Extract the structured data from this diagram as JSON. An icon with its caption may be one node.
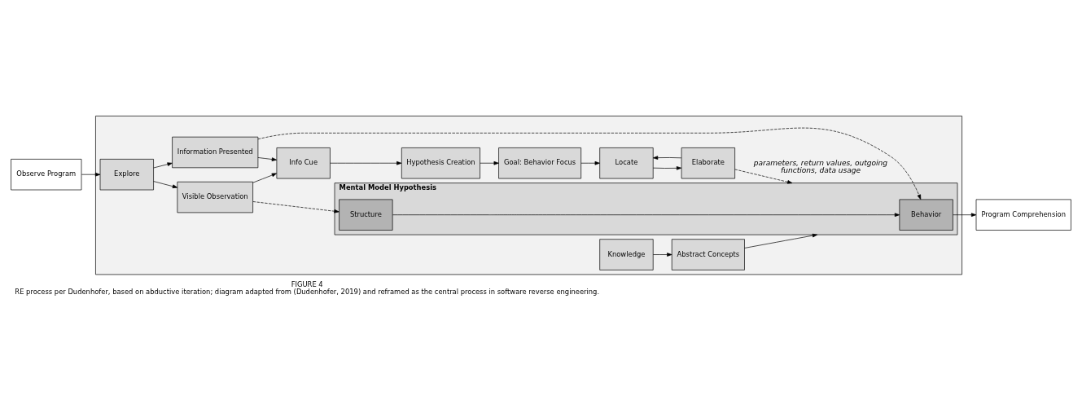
{
  "diagram": {
    "title": "FIGURE 4",
    "caption": "RE process per Dudenhofer, based on abductive iteration; diagram adapted from (Dudenhofer, 2019) and reframed as the central process in software reverse engineering.",
    "nodes": [
      {
        "text": [],
        "shape": "box"
      },
      {
        "text": [
          "Observe Program"
        ]
      },
      {
        "text": [
          "Explore"
        ],
        "in": 0
      },
      {
        "text": [
          "Visible Observation"
        ],
        "in": 0
      },
      {
        "text": [
          "Information Presented"
        ],
        "in": 0
      },
      {
        "text": [
          "Info Cue"
        ],
        "in": 0
      },
      {
        "text": [
          "Hypothesis Creation"
        ],
        "in": 0
      },
      {
        "text": [
          "Goal: Behavior Focus"
        ],
        "in": 0
      },
      {
        "text": [
          "Locate"
        ],
        "in": 0
      },
      {
        "text": [
          "Elaborate"
        ],
        "in": 0
      },
      {
        "text": [
          "Mental Model Hypothesis"
        ],
        "in": 0
      },
      {
        "text": [
          "Behavior"
        ],
        "in": 10
      },
      {
        "text": [
          "Structure"
        ],
        "in": 10
      },
      {
        "text": [
          "Knowledge"
        ],
        "in": 0
      },
      {
        "text": [
          "Abstract Concepts"
        ],
        "in": 0
      },
      {
        "text": [
          "Program Comprehension"
        ]
      }
    ],
    "edges": [
      {
        "from": 1,
        "to": 2,
        "arrow": "to"
      },
      {
        "from": 2,
        "to": 3,
        "arrow": "to"
      },
      {
        "from": 2,
        "to": 4,
        "arrow": "to"
      },
      {
        "from": 3,
        "to": 5,
        "arrow": "to"
      },
      {
        "from": 4,
        "to": 5,
        "arrow": "to"
      },
      {
        "from": 5,
        "to": 6,
        "arrow": "to"
      },
      {
        "from": 6,
        "to": 7,
        "arrow": "to"
      },
      {
        "from": 7,
        "to": 8,
        "arrow": "to"
      },
      {
        "from": 8,
        "to": 9,
        "arrow": "to"
      },
      {
        "from": 9,
        "to": 8,
        "arrow": "to"
      },
      {
        "from": 9,
        "to": 10,
        "arrow": "to",
        "style": "dashed",
        "label": "parameters, return values, outgoing functions, data usage"
      },
      {
        "from": 4,
        "to": 11,
        "arrow": "to",
        "style": "dashed"
      },
      {
        "from": 3,
        "to": 12,
        "arrow": "to",
        "style": "dashed"
      },
      {
        "from": 13,
        "to": 14,
        "arrow": "to"
      },
      {
        "from": 14,
        "to": 10,
        "arrow": "to"
      },
      {
        "from": 12,
        "to": 11,
        "arrow": "to"
      },
      {
        "from": 11,
        "to": 15,
        "arrow": "to"
      }
    ]
  }
}
